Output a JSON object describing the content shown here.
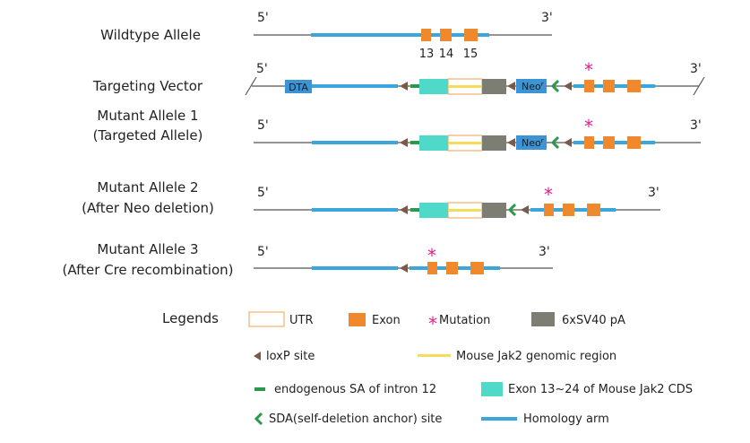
{
  "rows": {
    "wildtype": {
      "label": "Wildtype Allele",
      "five": "5'",
      "three": "3'",
      "exon_numbers": [
        "13",
        "14",
        "15"
      ]
    },
    "vector": {
      "label": "Targeting Vector",
      "five": "5'",
      "three": "3'",
      "dta": "DTA",
      "neo": "Neo",
      "neo_sup": "r"
    },
    "mutant1": {
      "label_line1": "Mutant Allele 1",
      "label_line2": "(Targeted Allele)",
      "five": "5'",
      "three": "3'",
      "neo": "Neo",
      "neo_sup": "r"
    },
    "mutant2": {
      "label_line1": "Mutant Allele 2",
      "label_line2": "(After Neo deletion)",
      "five": "5'",
      "three": "3'"
    },
    "mutant3": {
      "label_line1": "Mutant Allele 3",
      "label_line2": "(After Cre recombination)",
      "five": "5'",
      "three": "3'"
    }
  },
  "legend": {
    "title": "Legends",
    "utr": "UTR",
    "exon": "Exon",
    "mutation": "Mutation",
    "sv40": "6xSV40 pA",
    "loxp": "loxP site",
    "jak2_region": "Mouse Jak2 genomic region",
    "endogenous_sa": "endogenous SA of intron 12",
    "exon_cds": "Exon 13~24 of Mouse Jak2 CDS",
    "sda": "SDA(self-deletion anchor) site",
    "homology": "Homology arm"
  },
  "colors": {
    "line": "#555555",
    "homology_arm": "#3aa6dc",
    "exon": "#f0882c",
    "cds": "#4fd9c9",
    "jak2_region": "#f5dc5a",
    "utr_border": "#f0a050",
    "sv40": "#7d7d74",
    "neo_box": "#3b94d6",
    "loxp": "#7a5a4a",
    "sda": "#2a9a4a",
    "mutation": "#e0208a"
  }
}
